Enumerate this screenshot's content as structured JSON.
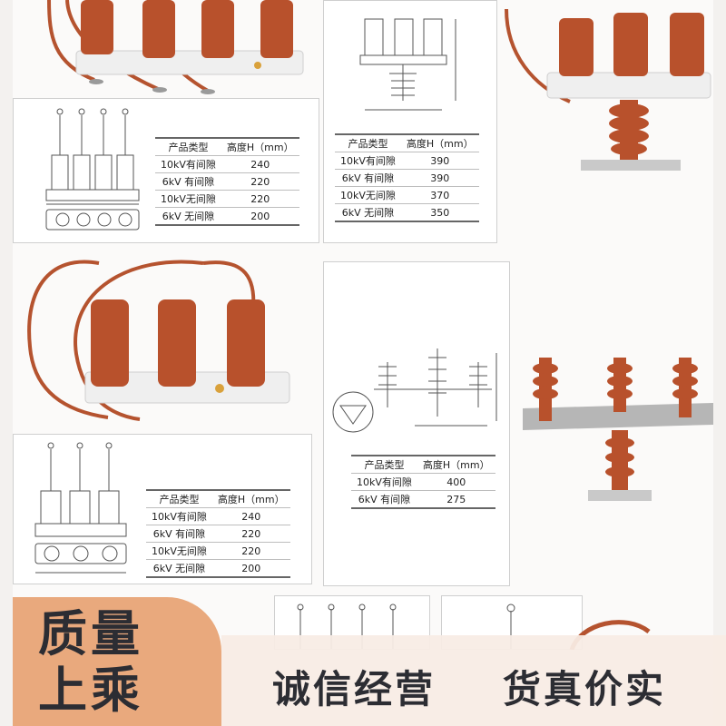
{
  "tables": [
    {
      "headers": [
        "产品类型",
        "高度H（mm）"
      ],
      "rows": [
        [
          "10kV有间隙",
          "240"
        ],
        [
          "6kV 有间隙",
          "220"
        ],
        [
          "10kV无间隙",
          "220"
        ],
        [
          "6kV 无间隙",
          "200"
        ]
      ]
    },
    {
      "headers": [
        "产品类型",
        "高度H（mm）"
      ],
      "rows": [
        [
          "10kV有间隙",
          "390"
        ],
        [
          "6kV 有间隙",
          "390"
        ],
        [
          "10kV无间隙",
          "370"
        ],
        [
          "6kV 无间隙",
          "350"
        ]
      ]
    },
    {
      "headers": [
        "产品类型",
        "高度H（mm）"
      ],
      "rows": [
        [
          "10kV有间隙",
          "400"
        ],
        [
          "6kV 有间隙",
          "275"
        ]
      ]
    },
    {
      "headers": [
        "产品类型",
        "高度H（mm）"
      ],
      "rows": [
        [
          "10kV有间隙",
          "240"
        ],
        [
          "6kV 有间隙",
          "220"
        ],
        [
          "10kV无间隙",
          "220"
        ],
        [
          "6kV 无间隙",
          "200"
        ]
      ]
    }
  ],
  "banner": {
    "badge_line1": "质量",
    "badge_line2": "上乘",
    "slogan1": "诚信经营",
    "slogan2": "货真价实"
  },
  "colors": {
    "insulator": "#b8512c",
    "cable": "#b5532f",
    "badge_bg": "#e9a97d",
    "text_dark": "#2c2d33"
  }
}
